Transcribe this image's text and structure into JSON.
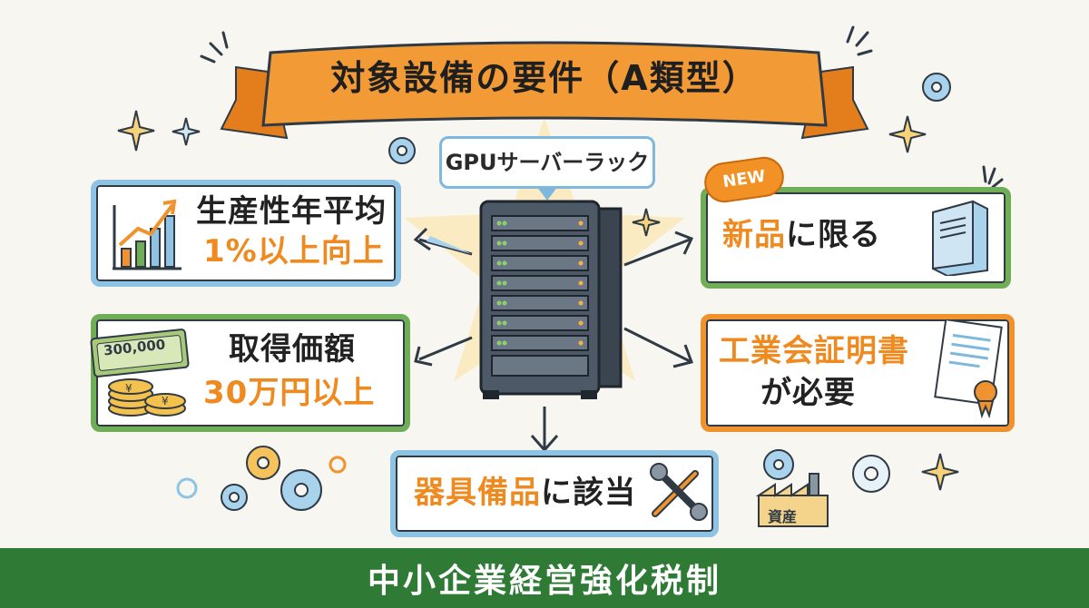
{
  "banner": {
    "title": "対象設備の要件（A類型）"
  },
  "center": {
    "callout_label": "GPUサーバーラック"
  },
  "cards": {
    "productivity": {
      "line1": "生産性年平均",
      "line2": "1%以上向上"
    },
    "acquisition": {
      "line1": "取得価額",
      "line2": "30万円以上",
      "money_label": "300,000"
    },
    "new_only": {
      "text": "新品に限る",
      "badge": "NEW"
    },
    "certificate": {
      "line1": "工業会証明書",
      "line2": "が必要"
    },
    "equipment": {
      "text": "器具備品に該当",
      "asset_label": "資産"
    }
  },
  "footer": {
    "title": "中小企業経営強化税制"
  },
  "colors": {
    "orange": "#f0922d",
    "green": "#6fae57",
    "blue": "#8fc3e3",
    "footer_green": "#2f7b36"
  }
}
